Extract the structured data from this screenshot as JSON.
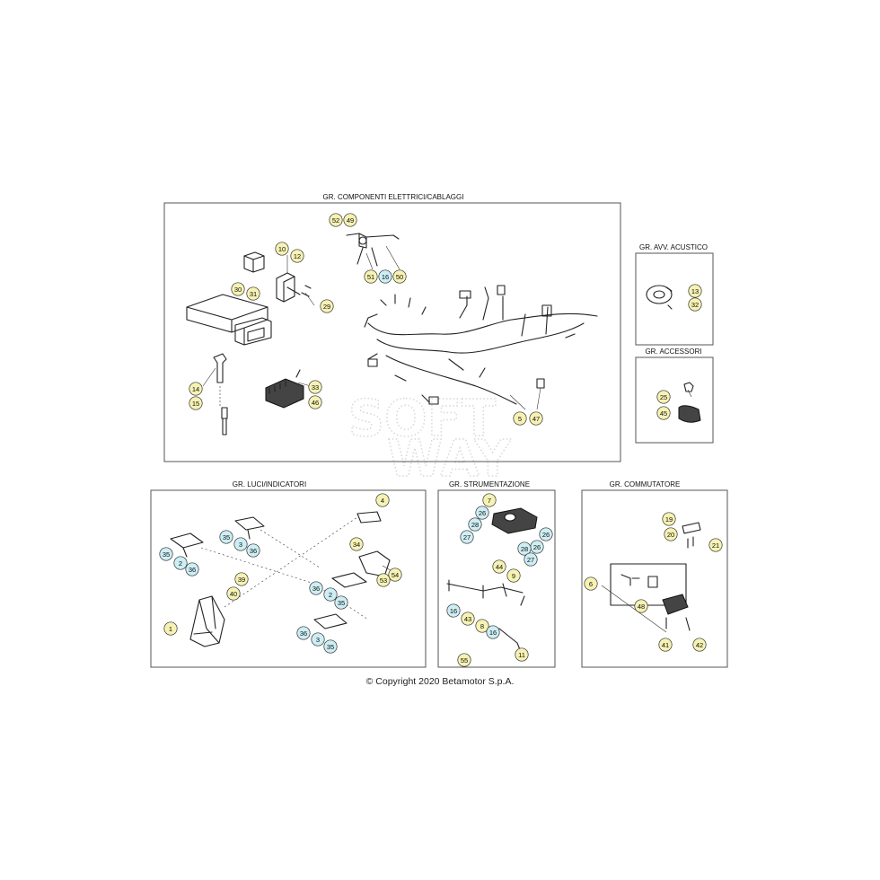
{
  "groups": [
    {
      "title": "GR. COMPONENTI ELETTRICI/CABLAGGI"
    },
    {
      "title": "GR. AVV. ACUSTICO"
    },
    {
      "title": "GR. ACCESSORI"
    },
    {
      "title": "GR. LUCI/INDICATORI"
    },
    {
      "title": "GR. STRUMENTAZIONE"
    },
    {
      "title": "GR. COMMUTATORE"
    }
  ],
  "callouts": [
    {
      "n": "52",
      "c": "yellow"
    },
    {
      "n": "49",
      "c": "yellow"
    },
    {
      "n": "10",
      "c": "yellow"
    },
    {
      "n": "12",
      "c": "yellow"
    },
    {
      "n": "51",
      "c": "yellow"
    },
    {
      "n": "16",
      "c": "blue"
    },
    {
      "n": "50",
      "c": "yellow"
    },
    {
      "n": "30",
      "c": "yellow"
    },
    {
      "n": "31",
      "c": "yellow"
    },
    {
      "n": "29",
      "c": "yellow"
    },
    {
      "n": "14",
      "c": "yellow"
    },
    {
      "n": "15",
      "c": "yellow"
    },
    {
      "n": "33",
      "c": "yellow"
    },
    {
      "n": "46",
      "c": "yellow"
    },
    {
      "n": "5",
      "c": "yellow"
    },
    {
      "n": "47",
      "c": "yellow"
    },
    {
      "n": "13",
      "c": "yellow"
    },
    {
      "n": "32",
      "c": "yellow"
    },
    {
      "n": "25",
      "c": "yellow"
    },
    {
      "n": "45",
      "c": "yellow"
    },
    {
      "n": "4",
      "c": "yellow"
    },
    {
      "n": "35",
      "c": "blue"
    },
    {
      "n": "3",
      "c": "blue"
    },
    {
      "n": "36",
      "c": "blue"
    },
    {
      "n": "35",
      "c": "blue"
    },
    {
      "n": "2",
      "c": "blue"
    },
    {
      "n": "36",
      "c": "blue"
    },
    {
      "n": "34",
      "c": "yellow"
    },
    {
      "n": "39",
      "c": "yellow"
    },
    {
      "n": "40",
      "c": "yellow"
    },
    {
      "n": "54",
      "c": "yellow"
    },
    {
      "n": "53",
      "c": "yellow"
    },
    {
      "n": "36",
      "c": "blue"
    },
    {
      "n": "2",
      "c": "blue"
    },
    {
      "n": "35",
      "c": "blue"
    },
    {
      "n": "1",
      "c": "yellow"
    },
    {
      "n": "36",
      "c": "blue"
    },
    {
      "n": "3",
      "c": "blue"
    },
    {
      "n": "35",
      "c": "blue"
    },
    {
      "n": "7",
      "c": "yellow"
    },
    {
      "n": "26",
      "c": "blue"
    },
    {
      "n": "28",
      "c": "blue"
    },
    {
      "n": "27",
      "c": "blue"
    },
    {
      "n": "26",
      "c": "blue"
    },
    {
      "n": "26",
      "c": "blue"
    },
    {
      "n": "28",
      "c": "blue"
    },
    {
      "n": "27",
      "c": "blue"
    },
    {
      "n": "44",
      "c": "yellow"
    },
    {
      "n": "9",
      "c": "yellow"
    },
    {
      "n": "16",
      "c": "blue"
    },
    {
      "n": "43",
      "c": "yellow"
    },
    {
      "n": "8",
      "c": "yellow"
    },
    {
      "n": "16",
      "c": "blue"
    },
    {
      "n": "11",
      "c": "yellow"
    },
    {
      "n": "55",
      "c": "yellow"
    },
    {
      "n": "19",
      "c": "yellow"
    },
    {
      "n": "20",
      "c": "yellow"
    },
    {
      "n": "21",
      "c": "yellow"
    },
    {
      "n": "6",
      "c": "yellow"
    },
    {
      "n": "48",
      "c": "yellow"
    },
    {
      "n": "41",
      "c": "yellow"
    },
    {
      "n": "42",
      "c": "yellow"
    }
  ],
  "watermark": [
    "SOFT",
    "WAY"
  ],
  "copyright": "© Copyright 2020 Betamotor S.p.A.",
  "colors": {
    "yellow": "#f6f2b3",
    "blue": "#cdeef4",
    "frame": "#555555"
  }
}
